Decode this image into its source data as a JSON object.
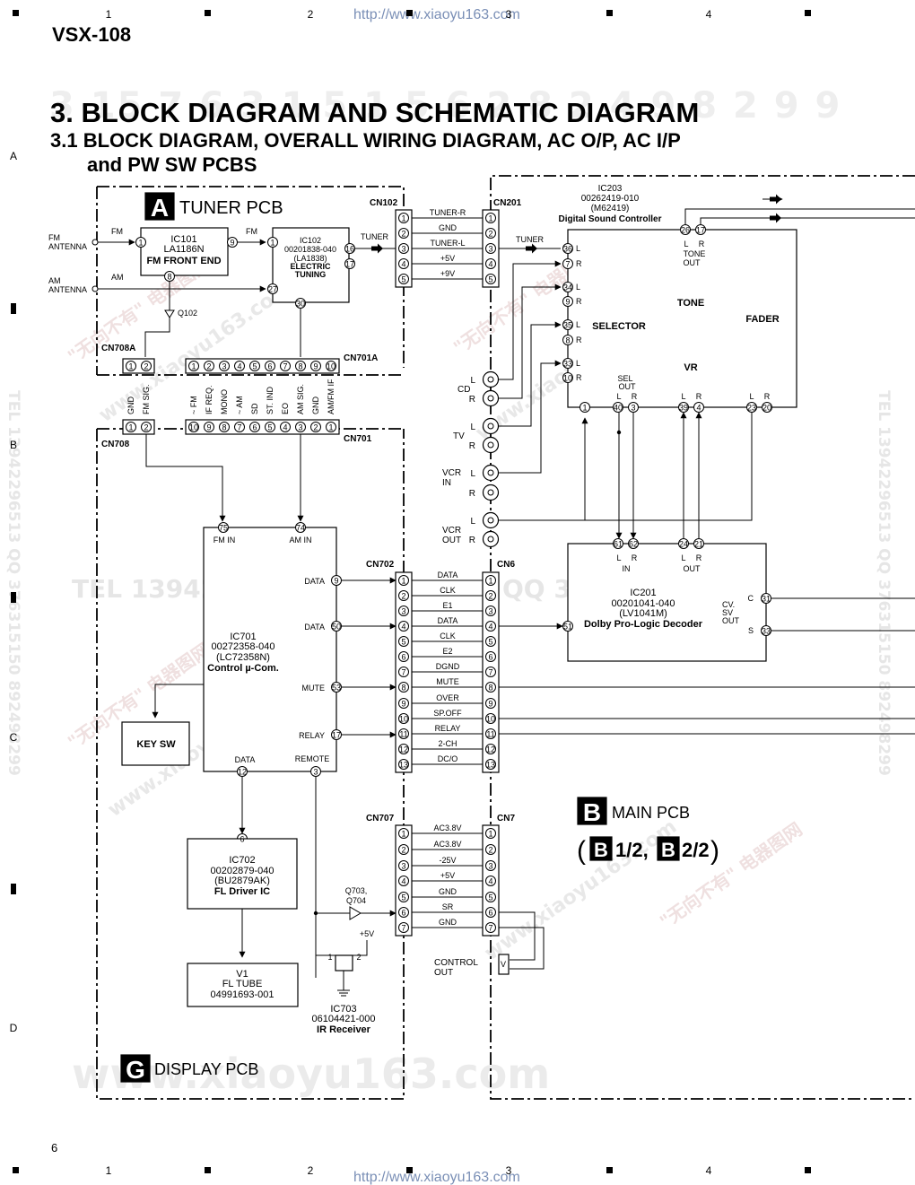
{
  "header": {
    "model": "VSX-108",
    "url_top": "http://www.xiaoyu163.com",
    "url_bottom": "http://www.xiaoyu163.com",
    "page_number": "6",
    "col_markers": [
      "1",
      "2",
      "3",
      "4"
    ],
    "row_markers": [
      "A",
      "B",
      "C",
      "D"
    ]
  },
  "title": {
    "main": "3. BLOCK DIAGRAM AND SCHEMATIC DIAGRAM",
    "sub_line1": "3.1 BLOCK DIAGRAM, OVERALL WIRING DIAGRAM, AC O/P, AC I/P",
    "sub_line2": "and PW SW PCBS"
  },
  "watermarks": {
    "big_number": "3 15 7 6 3 1 5 1 5 6 2 8 2 4 9 8 2 9 9",
    "big_site": "www.xiaoyu163.com",
    "tel_a": "TEL 13942296513",
    "tel_b": "QQ 376315150",
    "side_text": "TEL 13942296513   QQ 376315150   892498299",
    "cn_text": "\"无向不有\" 电器图网",
    "diag_site": "www.xiaoyu163.com"
  },
  "tuner": {
    "letter": "A",
    "label": "TUNER PCB",
    "fm_antenna": [
      "FM",
      "ANTENNA"
    ],
    "am_antenna": [
      "AM",
      "ANTENNA"
    ],
    "fm": "FM",
    "am": "AM",
    "fm2": "FM",
    "tuner_tag": "TUNER",
    "q102": "Q102",
    "ic101": [
      "IC101",
      "LA1186N",
      "FM FRONT END"
    ],
    "ic102": [
      "IC102",
      "00201838-040",
      "(LA1838)",
      "ELECTRIC",
      "TUNING"
    ],
    "ic101_pins": [
      "1",
      "9",
      "8"
    ],
    "ic102_pins": [
      "1",
      "27",
      "16",
      "17",
      "30"
    ],
    "cn102": "CN102",
    "cn102_pins": [
      "1",
      "2",
      "3",
      "4",
      "5"
    ],
    "cn708a": "CN708A",
    "cn701a": "CN701A",
    "cn708a_pins": [
      "1",
      "2"
    ],
    "cn701a_pins": [
      "1",
      "2",
      "3",
      "4",
      "5",
      "6",
      "7",
      "8",
      "9",
      "10"
    ],
    "cn708a_signals": [
      "GND",
      "FM SIG."
    ],
    "cn701a_signals": [
      "~ FM",
      "IF REQ.",
      "MONO",
      "~ AM",
      "SD",
      "ST. IND",
      "EO",
      "AM SIG.",
      "GND",
      "AM/FM IF"
    ]
  },
  "harness_tuner": {
    "signals": [
      "TUNER-R",
      "GND",
      "TUNER-L",
      "+5V",
      "+9V"
    ]
  },
  "main": {
    "letter": "B",
    "label": "MAIN PCB",
    "sub_a": "B",
    "sub_a_text": "1/2,",
    "sub_b": "B",
    "sub_b_text": "2/2",
    "paren_open": "(",
    "paren_close": ")",
    "cn201": "CN201",
    "cn201_pins": [
      "1",
      "2",
      "3",
      "4",
      "5"
    ],
    "tuner_tag": "TUNER",
    "cn6": "CN6",
    "cn6_pins": [
      "1",
      "2",
      "3",
      "4",
      "5",
      "6",
      "7",
      "8",
      "9",
      "10",
      "11",
      "12",
      "13"
    ],
    "cn7": "CN7",
    "cn7_pins": [
      "1",
      "2",
      "3",
      "4",
      "5",
      "6",
      "7"
    ],
    "ic203": [
      "IC203",
      "00262419-010",
      "(M62419)",
      "Digital Sound Controller"
    ],
    "ic203_blocks": [
      "SELECTOR",
      "TONE",
      "FADER",
      "VR"
    ],
    "ic203_pins_left": [
      "36",
      "7",
      "34",
      "9",
      "35",
      "8",
      "33",
      "10"
    ],
    "ic203_pins_left_lr": [
      "L",
      "R",
      "L",
      "R",
      "L",
      "R",
      "L",
      "R"
    ],
    "ic203_pins_top": [
      "26",
      "17"
    ],
    "ic203_top_lbl": [
      "L",
      "R",
      "TONE",
      "OUT"
    ],
    "ic203_pins_bottom": [
      "1",
      "40",
      "3",
      "39",
      "4",
      "23",
      "20"
    ],
    "sel_out": [
      "SEL",
      "OUT"
    ],
    "bottom_lr": [
      "L",
      "R",
      "L",
      "R",
      "L",
      "R",
      "L",
      "R"
    ],
    "jacks": [
      {
        "name": "CD",
        "lines": [
          "CD"
        ]
      },
      {
        "name": "TV",
        "lines": [
          "TV"
        ]
      },
      {
        "name": "VCR IN",
        "lines": [
          "VCR",
          "IN"
        ]
      },
      {
        "name": "VCR OUT",
        "lines": [
          "VCR",
          "OUT"
        ]
      }
    ],
    "jack_lr": [
      "L",
      "R"
    ],
    "ic201": [
      "IC201",
      "00201041-040",
      "(LV1041M)",
      "Dolby Pro-Logic Decoder"
    ],
    "ic201_pins_top": [
      "61",
      "62",
      "24",
      "21"
    ],
    "ic201_in_out": [
      "L",
      "R",
      "L",
      "R",
      "IN",
      "OUT"
    ],
    "ic201_pin_left": "51",
    "ic201_right_pins": [
      "31",
      "33"
    ],
    "ic201_cv": [
      "CV.",
      "SV",
      "OUT"
    ],
    "ic201_cs": [
      "C",
      "S"
    ],
    "control_out": [
      "CONTROL",
      "OUT"
    ],
    "control_v": "V"
  },
  "harness_cn702": {
    "signals": [
      "DATA",
      "CLK",
      "E1",
      "DATA",
      "CLK",
      "E2",
      "DGND",
      "MUTE",
      "OVER",
      "SP.OFF",
      "RELAY",
      "2-CH",
      "DC/O"
    ]
  },
  "harness_cn707": {
    "signals": [
      "AC3.8V",
      "AC3.8V",
      "-25V",
      "+5V",
      "GND",
      "SR",
      "GND"
    ]
  },
  "display": {
    "letter": "G",
    "label": "DISPLAY PCB",
    "cn708": "CN708",
    "cn701": "CN701",
    "cn702": "CN702",
    "cn707": "CN707",
    "cn708_pins": [
      "1",
      "2"
    ],
    "cn701_pins": [
      "10",
      "9",
      "8",
      "7",
      "6",
      "5",
      "4",
      "3",
      "2",
      "1"
    ],
    "cn702_pins": [
      "1",
      "2",
      "3",
      "4",
      "5",
      "6",
      "7",
      "8",
      "9",
      "10",
      "11",
      "12",
      "13"
    ],
    "cn707_pins": [
      "1",
      "2",
      "3",
      "4",
      "5",
      "6",
      "7"
    ],
    "ic701": [
      "IC701",
      "00272358-040",
      "(LC72358N)",
      "Control µ-Com."
    ],
    "ic701_pins": [
      {
        "n": "75",
        "label": "FM IN"
      },
      {
        "n": "74",
        "label": "AM IN"
      },
      {
        "n": "9",
        "label": "DATA"
      },
      {
        "n": "50",
        "label": "DATA"
      },
      {
        "n": "53",
        "label": "MUTE"
      },
      {
        "n": "17",
        "label": "RELAY"
      },
      {
        "n": "12",
        "label": "DATA"
      },
      {
        "n": "3",
        "label": "REMOTE"
      }
    ],
    "key_sw": "KEY SW",
    "ic702": [
      "IC702",
      "00202879-040",
      "(BU2879AK)",
      "FL Driver IC"
    ],
    "ic702_pin": "6",
    "v1": [
      "V1",
      "FL TUBE",
      "04991693-001"
    ],
    "q703": [
      "Q703,",
      "Q704"
    ],
    "plus5v": "+5V",
    "ic703_pins": [
      "1",
      "2"
    ],
    "ic703": [
      "IC703",
      "06104421-000",
      "IR Receiver"
    ]
  }
}
